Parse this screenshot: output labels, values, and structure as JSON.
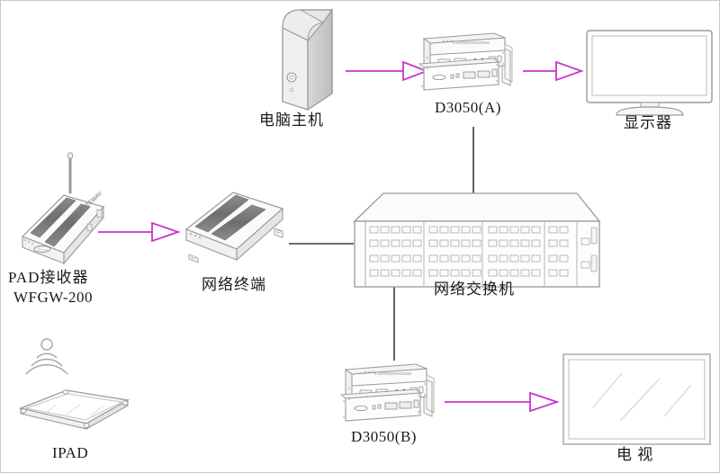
{
  "diagram": {
    "title": "network-topology-diagram",
    "background_color": "#ffffff",
    "border_color": "#c8c8c8",
    "arrow_color": "#cc33cc",
    "line_color": "#3a3a3a",
    "device_outline_color": "#9a9a9a",
    "label_color": "#1a1a1a"
  },
  "nodes": {
    "pc_tower": {
      "label": "电脑主机",
      "icon": "computer-tower-icon"
    },
    "d3050_a": {
      "label": "D3050(A)",
      "icon": "d3050-converter-icon"
    },
    "monitor": {
      "label": "显示器",
      "icon": "monitor-icon"
    },
    "pad_receiver": {
      "label_line1": "PAD接收器",
      "label_line2": "WFGW-200",
      "icon": "wifi-gateway-icon"
    },
    "network_terminal": {
      "label": "网络终端",
      "icon": "network-terminal-icon"
    },
    "network_switch": {
      "label": "网络交换机",
      "icon": "network-switch-icon"
    },
    "d3050_b": {
      "label": "D3050(B)",
      "icon": "d3050-converter-icon"
    },
    "tv": {
      "label": "电 视",
      "icon": "television-icon"
    },
    "ipad": {
      "label": "IPAD",
      "icon": "tablet-icon"
    },
    "wifi_signal": {
      "label": "",
      "icon": "wifi-signal-icon"
    }
  },
  "connections": [
    {
      "from": "pc_tower",
      "to": "d3050_a",
      "style": "arrow"
    },
    {
      "from": "d3050_a",
      "to": "monitor",
      "style": "arrow"
    },
    {
      "from": "pad_receiver",
      "to": "network_terminal",
      "style": "arrow"
    },
    {
      "from": "network_terminal",
      "to": "network_switch",
      "style": "line"
    },
    {
      "from": "d3050_a",
      "to": "network_switch",
      "style": "line"
    },
    {
      "from": "network_switch",
      "to": "d3050_b",
      "style": "line"
    },
    {
      "from": "d3050_b",
      "to": "tv",
      "style": "arrow"
    },
    {
      "from": "ipad",
      "to": "pad_receiver",
      "style": "wireless"
    }
  ]
}
